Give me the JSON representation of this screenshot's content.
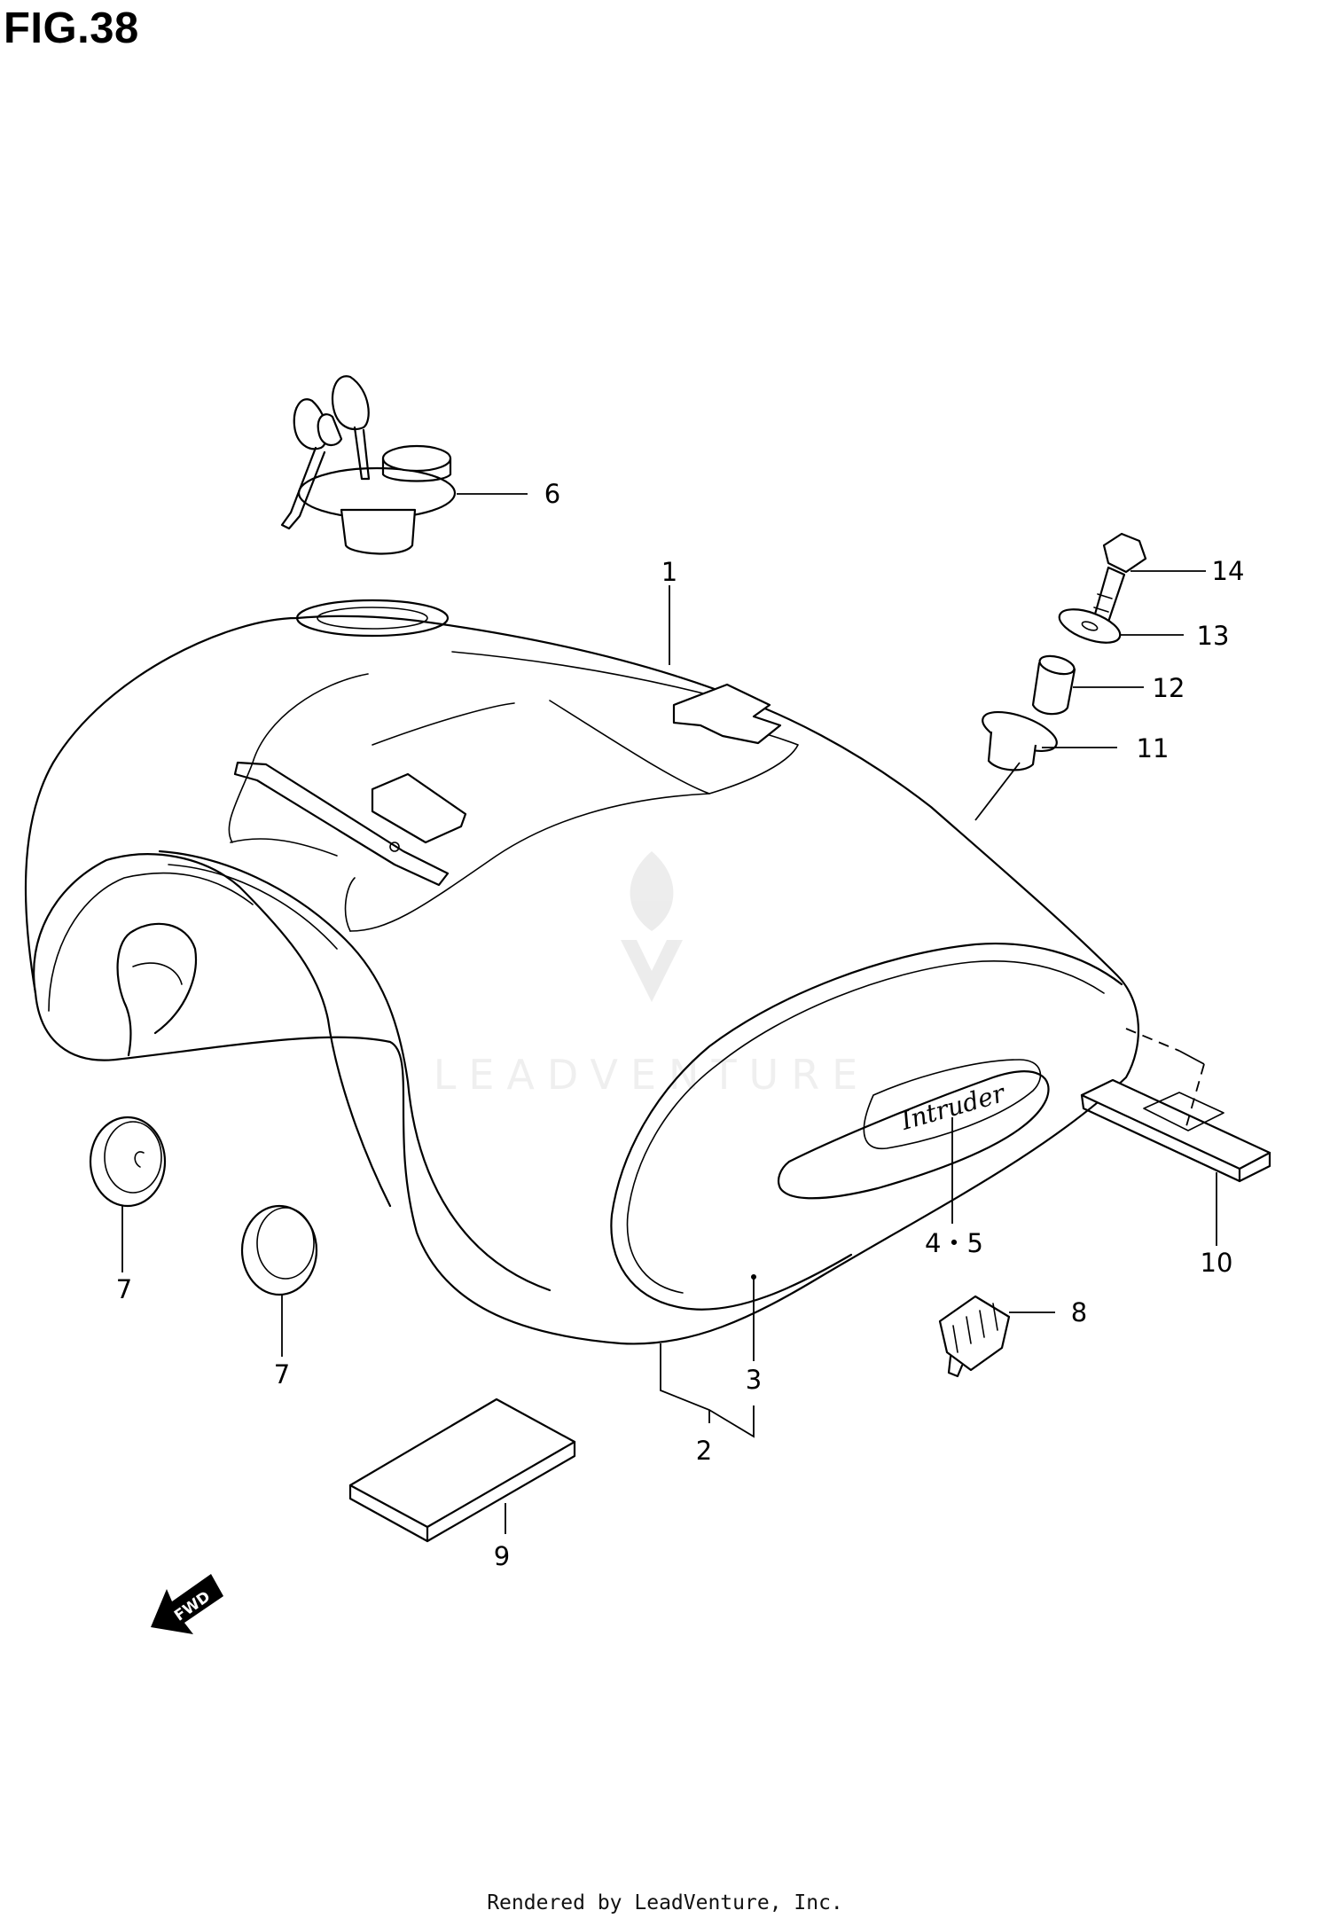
{
  "figure": {
    "title": "FIG.38"
  },
  "callouts": [
    {
      "id": "1",
      "label": "1"
    },
    {
      "id": "2",
      "label": "2"
    },
    {
      "id": "3",
      "label": "3"
    },
    {
      "id": "4-5",
      "label": "4・5"
    },
    {
      "id": "6",
      "label": "6"
    },
    {
      "id": "7a",
      "label": "7"
    },
    {
      "id": "7b",
      "label": "7"
    },
    {
      "id": "8",
      "label": "8"
    },
    {
      "id": "9",
      "label": "9"
    },
    {
      "id": "10",
      "label": "10"
    },
    {
      "id": "11",
      "label": "11"
    },
    {
      "id": "12",
      "label": "12"
    },
    {
      "id": "13",
      "label": "13"
    },
    {
      "id": "14",
      "label": "14"
    }
  ],
  "emblem": {
    "text": "Intruder"
  },
  "direction_marker": {
    "text": "FWD"
  },
  "watermark": {
    "text": "LEADVENTURE"
  },
  "footer": {
    "text": "Rendered by LeadVenture, Inc."
  }
}
